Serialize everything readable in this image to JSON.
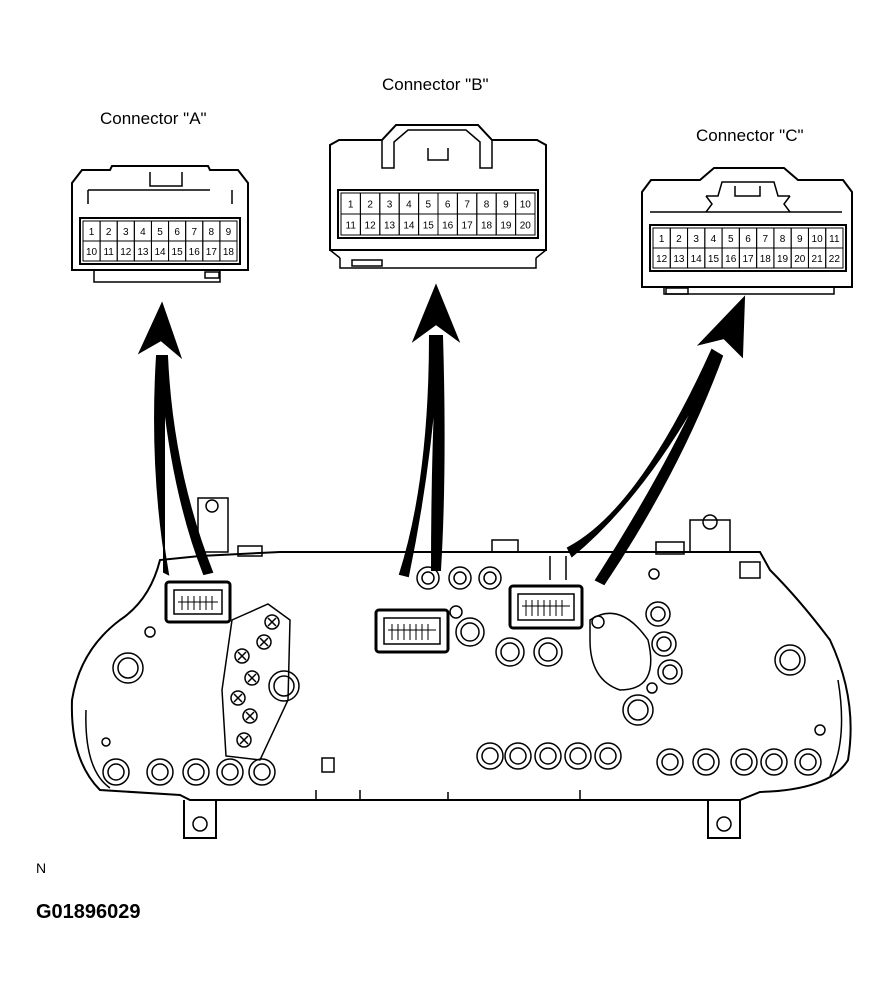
{
  "connectors": {
    "a": {
      "title": "Connector \"A\"",
      "row1": [
        "1",
        "2",
        "3",
        "4",
        "5",
        "6",
        "7",
        "8",
        "9"
      ],
      "row2": [
        "10",
        "11",
        "12",
        "13",
        "14",
        "15",
        "16",
        "17",
        "18"
      ]
    },
    "b": {
      "title": "Connector \"B\"",
      "row1": [
        "1",
        "2",
        "3",
        "4",
        "5",
        "6",
        "7",
        "8",
        "9",
        "10"
      ],
      "row2": [
        "11",
        "12",
        "13",
        "14",
        "15",
        "16",
        "17",
        "18",
        "19",
        "20"
      ]
    },
    "c": {
      "title": "Connector \"C\"",
      "row1": [
        "1",
        "2",
        "3",
        "4",
        "5",
        "6",
        "7",
        "8",
        "9",
        "10",
        "11"
      ],
      "row2": [
        "12",
        "13",
        "14",
        "15",
        "16",
        "17",
        "18",
        "19",
        "20",
        "21",
        "22"
      ]
    }
  },
  "footer": {
    "marker": "N",
    "figure_id": "G01896029"
  }
}
